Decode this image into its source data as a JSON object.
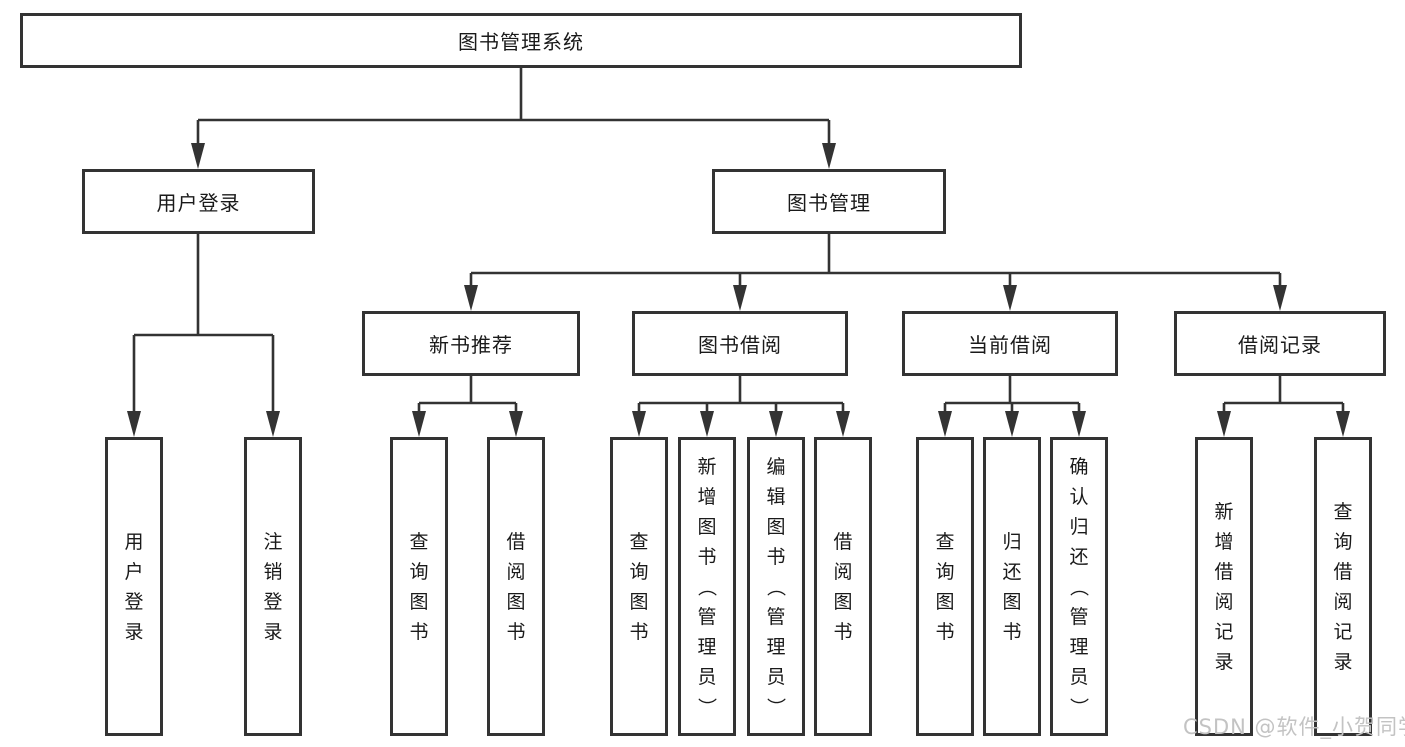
{
  "tree": {
    "root": {
      "label": "图书管理系统"
    },
    "branches": [
      {
        "label": "用户登录",
        "children": [
          {
            "label": "用户登录"
          },
          {
            "label": "注销登录"
          }
        ]
      },
      {
        "label": "图书管理",
        "children": [
          {
            "label": "新书推荐",
            "children": [
              {
                "label": "查询图书"
              },
              {
                "label": "借阅图书"
              }
            ]
          },
          {
            "label": "图书借阅",
            "children": [
              {
                "label": "查询图书"
              },
              {
                "label": "新增图书（管理员）"
              },
              {
                "label": "编辑图书（管理员）"
              },
              {
                "label": "借阅图书"
              }
            ]
          },
          {
            "label": "当前借阅",
            "children": [
              {
                "label": "查询图书"
              },
              {
                "label": "归还图书"
              },
              {
                "label": "确认归还（管理员）"
              }
            ]
          },
          {
            "label": "借阅记录",
            "children": [
              {
                "label": "新增借阅记录"
              },
              {
                "label": "查询借阅记录"
              }
            ]
          }
        ]
      }
    ]
  },
  "watermark": {
    "text": "CSDN @软件_小贺同学"
  },
  "colors": {
    "line": "#333333",
    "box_border": "#333333",
    "text": "#1a1a1a",
    "watermark": "#c3c3c3",
    "background": "#ffffff"
  }
}
